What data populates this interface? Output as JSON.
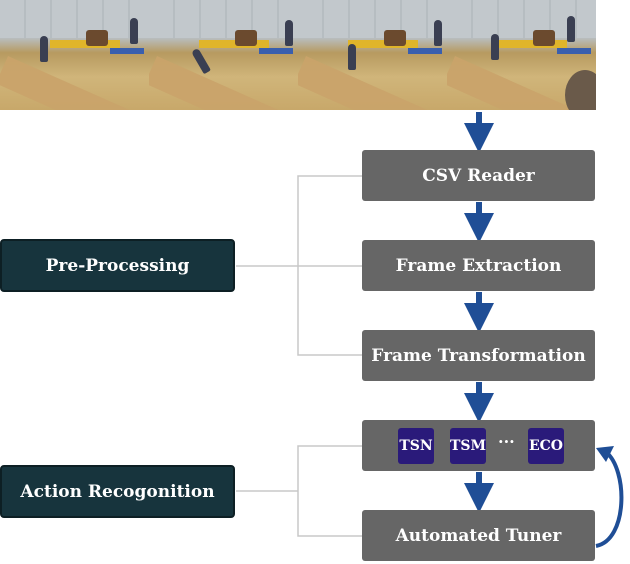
{
  "diagram": {
    "stages": {
      "csv_reader": "CSV Reader",
      "frame_extraction": "Frame Extraction",
      "frame_transformation": "Frame Transformation",
      "automated_tuner": "Automated Tuner"
    },
    "groups": {
      "preprocessing": "Pre-Processing",
      "action_recognition": "Action Recogonition"
    },
    "models": [
      "TSN",
      "TSM",
      "ECO"
    ],
    "models_ellipsis": "···"
  },
  "colors": {
    "process_box": "#666666",
    "group_box": "#17343d",
    "model_box": "#2a1a7a",
    "arrow": "#1f4e96",
    "connector": "#c8c8c8"
  },
  "image": {
    "description_icon": "video-frames-image"
  }
}
